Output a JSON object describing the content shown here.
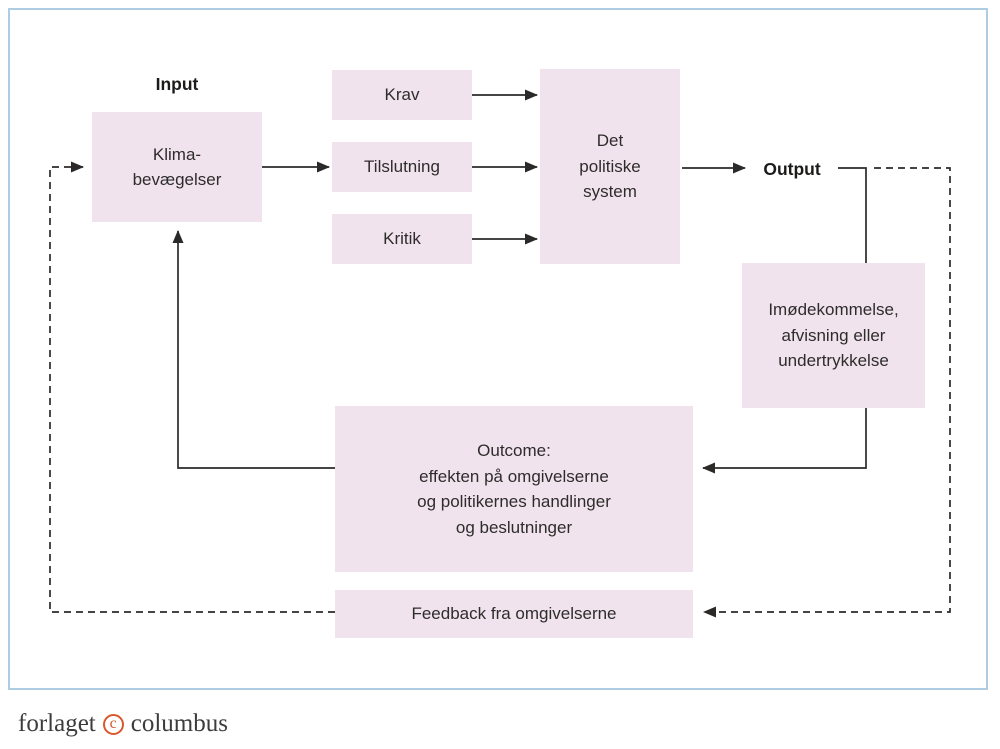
{
  "diagram": {
    "input_label": "Input",
    "output_label": "Output",
    "boxes": {
      "klima": {
        "line1": "Klima-",
        "line2": "bevægelser"
      },
      "krav": {
        "label": "Krav"
      },
      "tilslutning": {
        "label": "Tilslutning"
      },
      "kritik": {
        "label": "Kritik"
      },
      "politiske": {
        "line1": "Det",
        "line2": "politiske",
        "line3": "system"
      },
      "imoedekommelse": {
        "line1": "Imødekommelse,",
        "line2": "afvisning eller",
        "line3": "undertrykkelse"
      },
      "outcome": {
        "line1": "Outcome:",
        "line2": "effekten på omgivelserne",
        "line3": "og politikernes handlinger",
        "line4": "og beslutninger"
      },
      "feedback": {
        "label": "Feedback fra omgivelserne"
      }
    },
    "colors": {
      "box_fill": "#f1e3ee",
      "frame_border": "#aecde3",
      "line_color": "#2b2a29",
      "logo_accent": "#d9572e"
    }
  },
  "footer": {
    "word_left": "forlaget",
    "copyright_letter": "c",
    "word_right": "columbus"
  }
}
